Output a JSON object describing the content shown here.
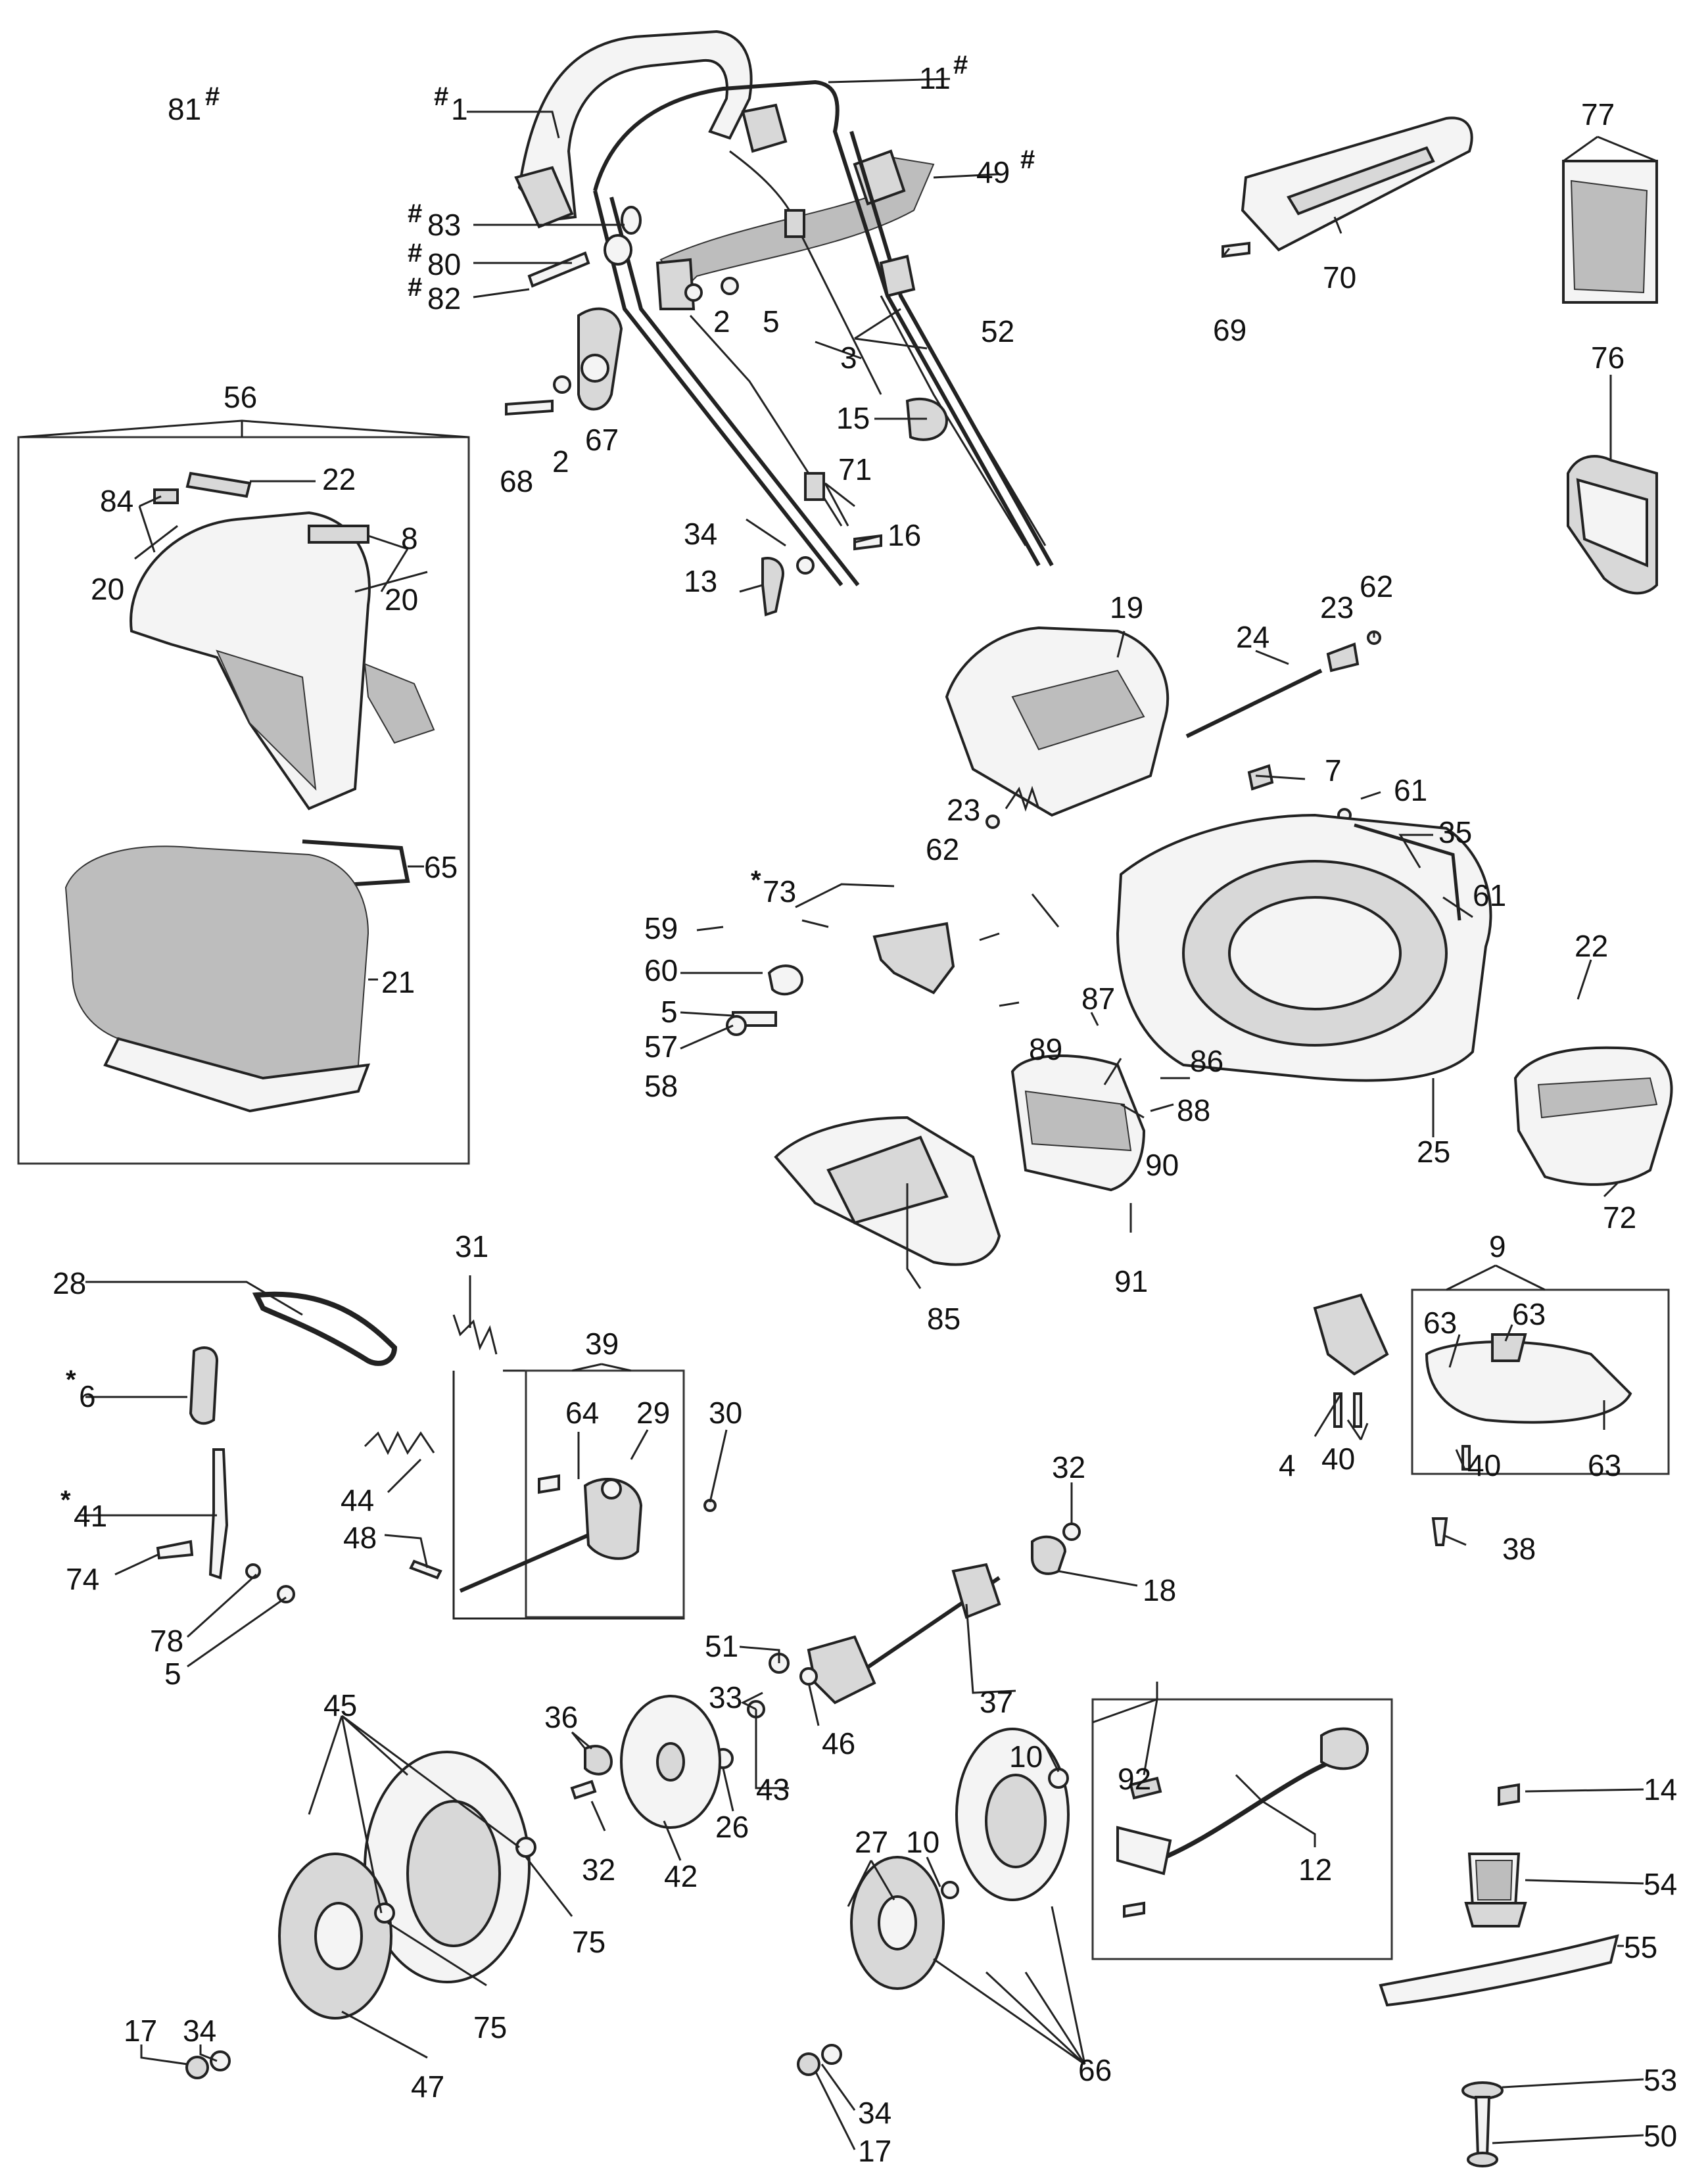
{
  "callouts": [
    {
      "id": "c81",
      "text": "81",
      "sym": "#"
    },
    {
      "id": "c1",
      "text": "1",
      "sym": "#"
    },
    {
      "id": "c11",
      "text": "11",
      "sym": "#"
    },
    {
      "id": "c49",
      "text": "49",
      "sym": "#"
    },
    {
      "id": "c83",
      "text": "83",
      "sym": "#"
    },
    {
      "id": "c80",
      "text": "80",
      "sym": "#"
    },
    {
      "id": "c82",
      "text": "82",
      "sym": "#"
    },
    {
      "id": "c2a",
      "text": "2"
    },
    {
      "id": "c5a",
      "text": "5"
    },
    {
      "id": "c52",
      "text": "52"
    },
    {
      "id": "c3",
      "text": "3"
    },
    {
      "id": "c15",
      "text": "15"
    },
    {
      "id": "c68",
      "text": "68"
    },
    {
      "id": "c2b",
      "text": "2"
    },
    {
      "id": "c67",
      "text": "67"
    },
    {
      "id": "c71",
      "text": "71"
    },
    {
      "id": "c34a",
      "text": "34"
    },
    {
      "id": "c16",
      "text": "16"
    },
    {
      "id": "c13",
      "text": "13"
    },
    {
      "id": "c77",
      "text": "77"
    },
    {
      "id": "c70",
      "text": "70"
    },
    {
      "id": "c69",
      "text": "69"
    },
    {
      "id": "c76",
      "text": "76"
    },
    {
      "id": "c56",
      "text": "56"
    },
    {
      "id": "c22a",
      "text": "22"
    },
    {
      "id": "c84",
      "text": "84"
    },
    {
      "id": "c8",
      "text": "8"
    },
    {
      "id": "c20a",
      "text": "20"
    },
    {
      "id": "c20b",
      "text": "20"
    },
    {
      "id": "c65",
      "text": "65"
    },
    {
      "id": "c21",
      "text": "21"
    },
    {
      "id": "c19",
      "text": "19"
    },
    {
      "id": "c24",
      "text": "24"
    },
    {
      "id": "c23a",
      "text": "23"
    },
    {
      "id": "c62a",
      "text": "62"
    },
    {
      "id": "c7",
      "text": "7"
    },
    {
      "id": "c61a",
      "text": "61"
    },
    {
      "id": "c35",
      "text": "35"
    },
    {
      "id": "c61b",
      "text": "61"
    },
    {
      "id": "c23b",
      "text": "23"
    },
    {
      "id": "c62b",
      "text": "62"
    },
    {
      "id": "c73",
      "text": "73",
      "sym": "*"
    },
    {
      "id": "c59",
      "text": "59"
    },
    {
      "id": "c60",
      "text": "60"
    },
    {
      "id": "c5b",
      "text": "5"
    },
    {
      "id": "c57",
      "text": "57"
    },
    {
      "id": "c58",
      "text": "58"
    },
    {
      "id": "c87",
      "text": "87"
    },
    {
      "id": "c89",
      "text": "89"
    },
    {
      "id": "c86",
      "text": "86"
    },
    {
      "id": "c88",
      "text": "88"
    },
    {
      "id": "c90",
      "text": "90"
    },
    {
      "id": "c25",
      "text": "25"
    },
    {
      "id": "c22b",
      "text": "22"
    },
    {
      "id": "c72",
      "text": "72"
    },
    {
      "id": "c85",
      "text": "85"
    },
    {
      "id": "c91",
      "text": "91"
    },
    {
      "id": "c31",
      "text": "31"
    },
    {
      "id": "c28",
      "text": "28"
    },
    {
      "id": "c39",
      "text": "39"
    },
    {
      "id": "c64",
      "text": "64"
    },
    {
      "id": "c29",
      "text": "29"
    },
    {
      "id": "c30",
      "text": "30"
    },
    {
      "id": "c6",
      "text": "6",
      "sym": "*"
    },
    {
      "id": "c44",
      "text": "44"
    },
    {
      "id": "c48",
      "text": "48"
    },
    {
      "id": "c41",
      "text": "41",
      "sym": "*"
    },
    {
      "id": "c74",
      "text": "74"
    },
    {
      "id": "c78",
      "text": "78"
    },
    {
      "id": "c5c",
      "text": "5"
    },
    {
      "id": "c9",
      "text": "9"
    },
    {
      "id": "c63a",
      "text": "63"
    },
    {
      "id": "c63b",
      "text": "63"
    },
    {
      "id": "c63c",
      "text": "63"
    },
    {
      "id": "c4",
      "text": "4"
    },
    {
      "id": "c40a",
      "text": "40"
    },
    {
      "id": "c40b",
      "text": "40"
    },
    {
      "id": "c38",
      "text": "38"
    },
    {
      "id": "c32a",
      "text": "32"
    },
    {
      "id": "c18",
      "text": "18"
    },
    {
      "id": "c37",
      "text": "37"
    },
    {
      "id": "c51",
      "text": "51"
    },
    {
      "id": "c33",
      "text": "33"
    },
    {
      "id": "c46",
      "text": "46"
    },
    {
      "id": "c43",
      "text": "43"
    },
    {
      "id": "c26",
      "text": "26"
    },
    {
      "id": "c36",
      "text": "36"
    },
    {
      "id": "c32b",
      "text": "32"
    },
    {
      "id": "c42",
      "text": "42"
    },
    {
      "id": "c45",
      "text": "45"
    },
    {
      "id": "c75a",
      "text": "75"
    },
    {
      "id": "c75b",
      "text": "75"
    },
    {
      "id": "c47",
      "text": "47"
    },
    {
      "id": "c17a",
      "text": "17"
    },
    {
      "id": "c34b",
      "text": "34"
    },
    {
      "id": "c92",
      "text": "92"
    },
    {
      "id": "c12",
      "text": "12"
    },
    {
      "id": "c10a",
      "text": "10"
    },
    {
      "id": "c10b",
      "text": "10"
    },
    {
      "id": "c27",
      "text": "27"
    },
    {
      "id": "c66",
      "text": "66"
    },
    {
      "id": "c34c",
      "text": "34"
    },
    {
      "id": "c17b",
      "text": "17"
    },
    {
      "id": "c14",
      "text": "14"
    },
    {
      "id": "c54",
      "text": "54"
    },
    {
      "id": "c55",
      "text": "55"
    },
    {
      "id": "c53",
      "text": "53"
    },
    {
      "id": "c50",
      "text": "50"
    }
  ]
}
